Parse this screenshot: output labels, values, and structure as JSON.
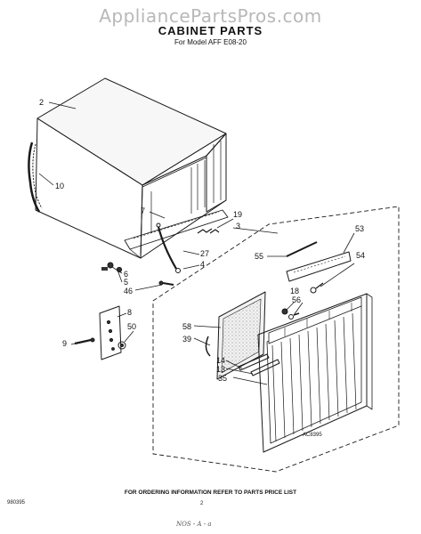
{
  "watermark": "AppliancePartsPros.com",
  "title": "CABINET PARTS",
  "subtitle": "For Model AFF E08-20",
  "footer_note": "FOR ORDERING INFORMATION REFER TO PARTS PRICE LIST",
  "page_number": "2",
  "form_code": "980395",
  "figure_ref": "AC8395",
  "handwritten_note": "NOS - A - a",
  "callouts": {
    "c2": "2",
    "c10": "10",
    "c7": "7",
    "c19": "19",
    "c3": "3",
    "c27": "27",
    "c4": "4",
    "c6": "6",
    "c5": "5",
    "c46": "46",
    "c53": "53",
    "c55": "55",
    "c54": "54",
    "c18": "18",
    "c56": "56",
    "c8": "8",
    "c50": "50",
    "c9": "9",
    "c58": "58",
    "c39": "39",
    "c14": "14",
    "c13": "13",
    "c35": "35"
  }
}
